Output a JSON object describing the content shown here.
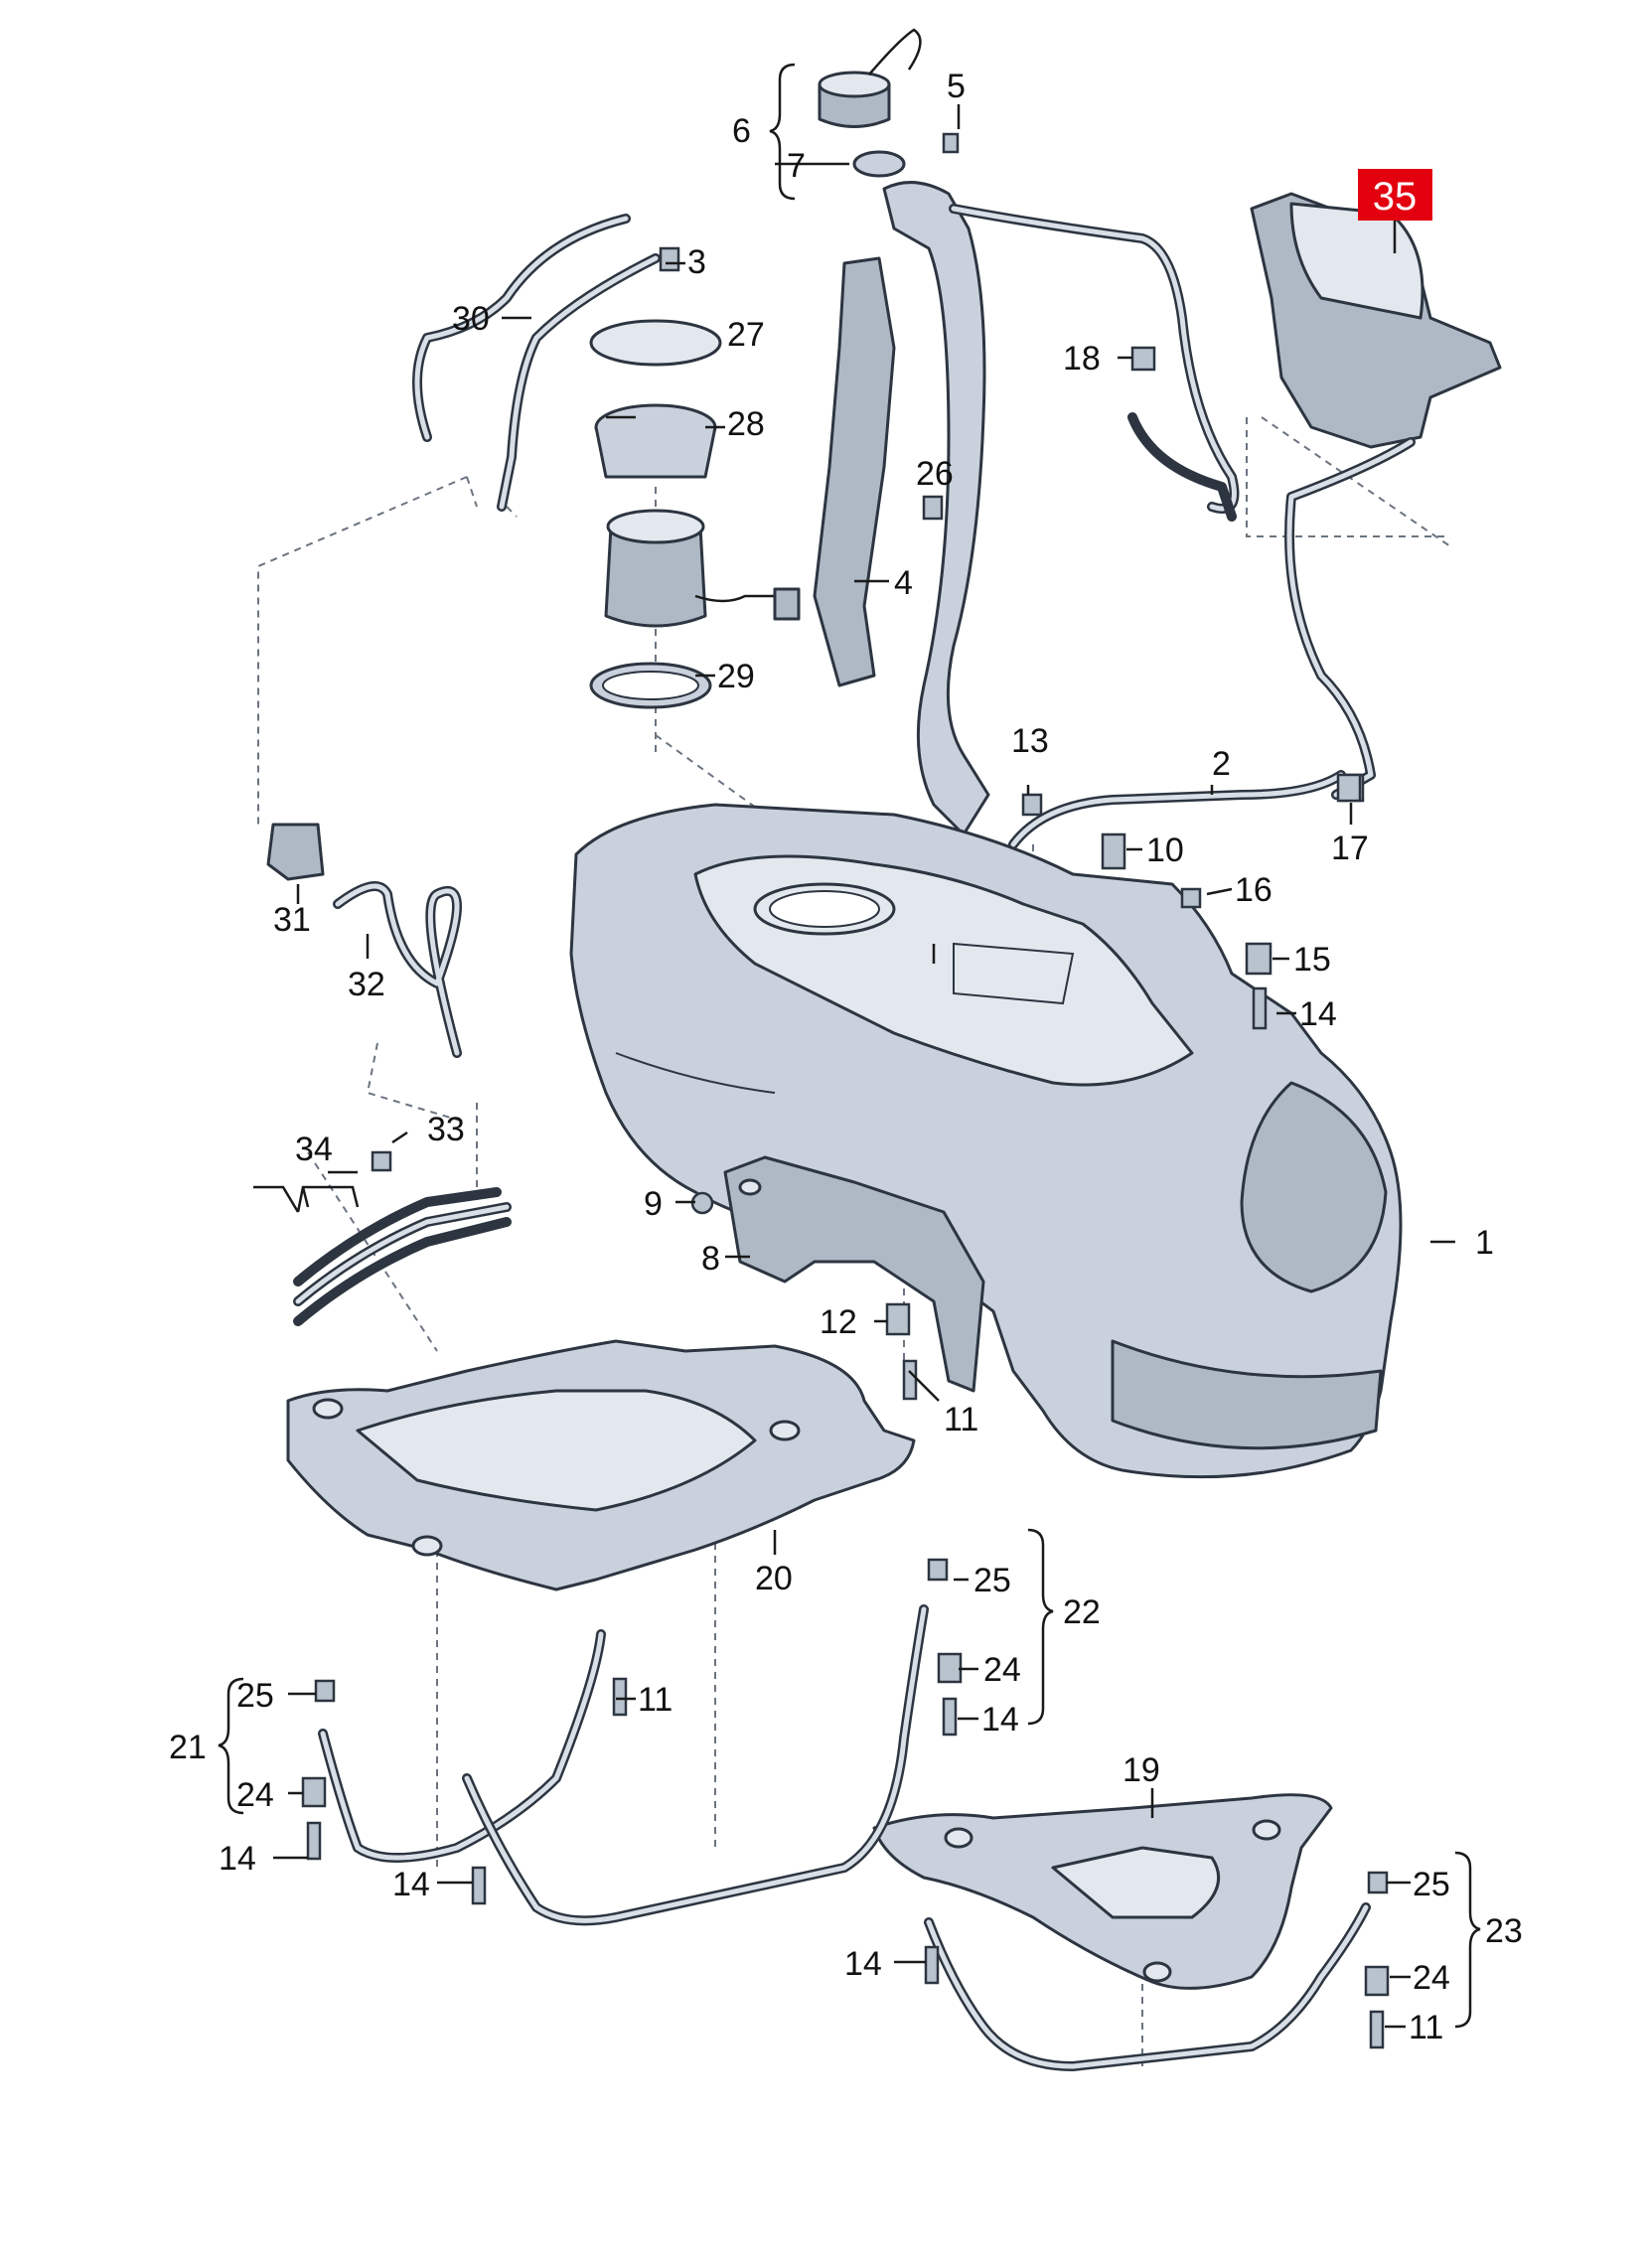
{
  "diagram": {
    "highlight": {
      "label": "35",
      "color": "#e3000f"
    },
    "callouts": {
      "c1": "1",
      "c2": "2",
      "c3": "3",
      "c4": "4",
      "c5": "5",
      "c6": "6",
      "c7": "7",
      "c8": "8",
      "c9": "9",
      "c10": "10",
      "c11a": "11",
      "c11b": "11",
      "c11c": "11",
      "c12": "12",
      "c13": "13",
      "c14a": "14",
      "c14b": "14",
      "c14c": "14",
      "c14d": "14",
      "c14e": "14",
      "c15": "15",
      "c16": "16",
      "c17": "17",
      "c18": "18",
      "c19": "19",
      "c20": "20",
      "c21": "21",
      "c22": "22",
      "c23": "23",
      "c24a": "24",
      "c24b": "24",
      "c24c": "24",
      "c25a": "25",
      "c25b": "25",
      "c25c": "25",
      "c26": "26",
      "c27": "27",
      "c28": "28",
      "c29": "29",
      "c30": "30",
      "c31": "31",
      "c32": "32",
      "c33": "33",
      "c34": "34"
    },
    "colors": {
      "part_fill": "#c9d2dc",
      "outline": "#2c3540",
      "background": "#ffffff"
    }
  }
}
